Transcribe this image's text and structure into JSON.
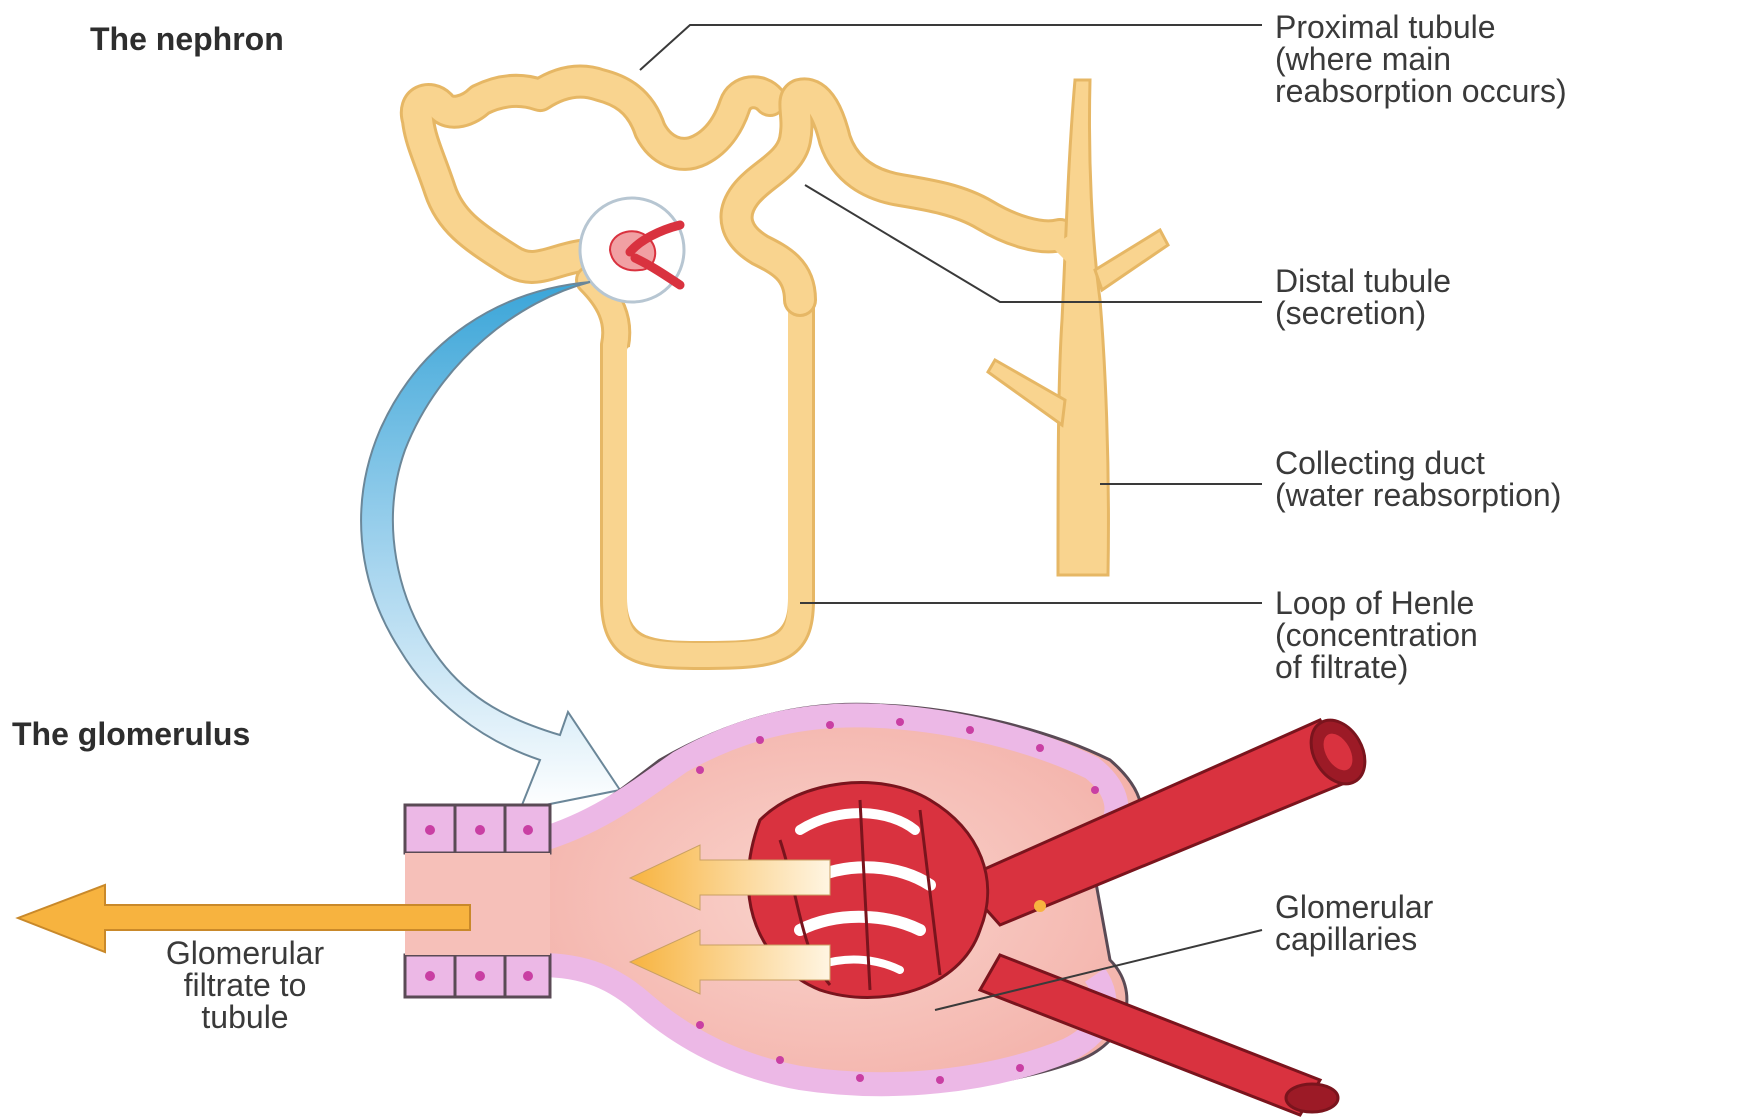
{
  "sections": {
    "nephron_title": "The nephron",
    "glomerulus_title": "The glomerulus"
  },
  "labels": {
    "proximal": [
      "Proximal tubule",
      "(where main",
      "reabsorption occurs)"
    ],
    "distal": [
      "Distal tubule",
      "(secretion)"
    ],
    "collecting": [
      "Collecting duct",
      "(water reabsorption)"
    ],
    "henle": [
      "Loop of Henle",
      "(concentration",
      "of filtrate)"
    ],
    "capillaries": [
      "Glomerular",
      "capillaries"
    ],
    "filtrate": [
      "Glomerular",
      "filtrate to",
      "tubule"
    ]
  },
  "colors": {
    "tubule_fill": "#f9d48f",
    "tubule_outline": "#e6b765",
    "capillary_red": "#d9323f",
    "capillary_dark": "#9c1a26",
    "capsule_pink": "#f6c0b9",
    "cell_lilac": "#ecb8e6",
    "arrow_orange": "#f7b33f",
    "arrow_blue": "#3aa5d8",
    "text": "#3a3a3a"
  }
}
